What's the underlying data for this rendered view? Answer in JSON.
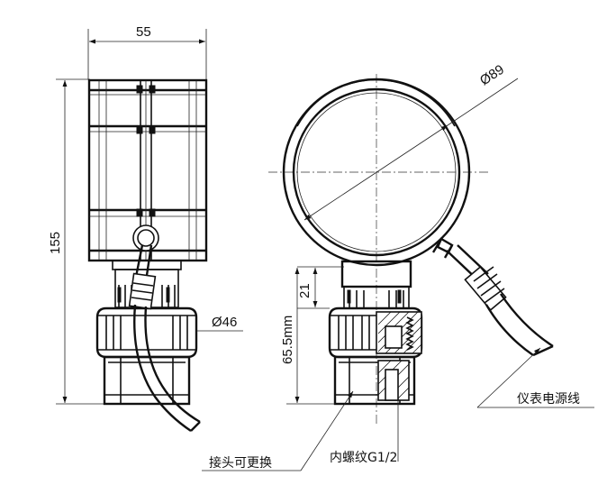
{
  "dimensions": {
    "width_55": "55",
    "height_155": "155",
    "dia_46": "Ø46",
    "dia_89": "Ø89",
    "height_21": "21",
    "height_65_5": "65.5mm"
  },
  "callouts": {
    "connector_replaceable": "接头可更换",
    "internal_thread": "内螺纹G1/2",
    "meter_power_cable": "仪表电源线"
  }
}
